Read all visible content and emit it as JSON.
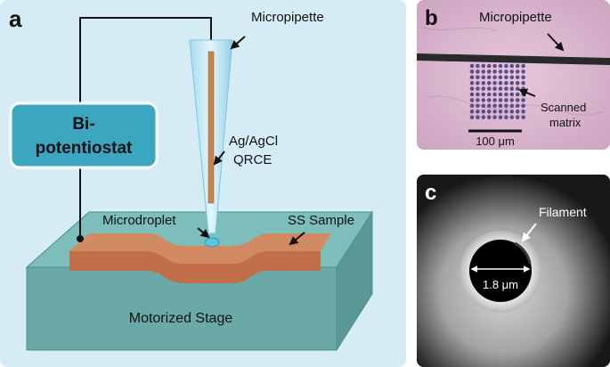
{
  "panel_a": {
    "letter": "a",
    "potentiostat_line1": "Bi-",
    "potentiostat_line2": "potentiostat",
    "micropipette": "Micropipette",
    "electrode_line1": "Ag/AgCl",
    "electrode_line2": "QRCE",
    "microdroplet": "Microdroplet",
    "sample": "SS Sample",
    "stage": "Motorized Stage"
  },
  "panel_b": {
    "letter": "b",
    "micropipette": "Micropipette",
    "matrix_line1": "Scanned",
    "matrix_line2": "matrix",
    "scalebar": "100 μm"
  },
  "panel_c": {
    "letter": "c",
    "filament": "Filament",
    "diameter": "1.8 μm"
  },
  "colors": {
    "panel_a_bg": "#d6ecf5",
    "stage": "#6fb3b0",
    "sample": "#c97a55",
    "potentiostat_box": "#3aa6c0",
    "electrode": "#c9834d",
    "droplet": "#5ec4e0"
  }
}
